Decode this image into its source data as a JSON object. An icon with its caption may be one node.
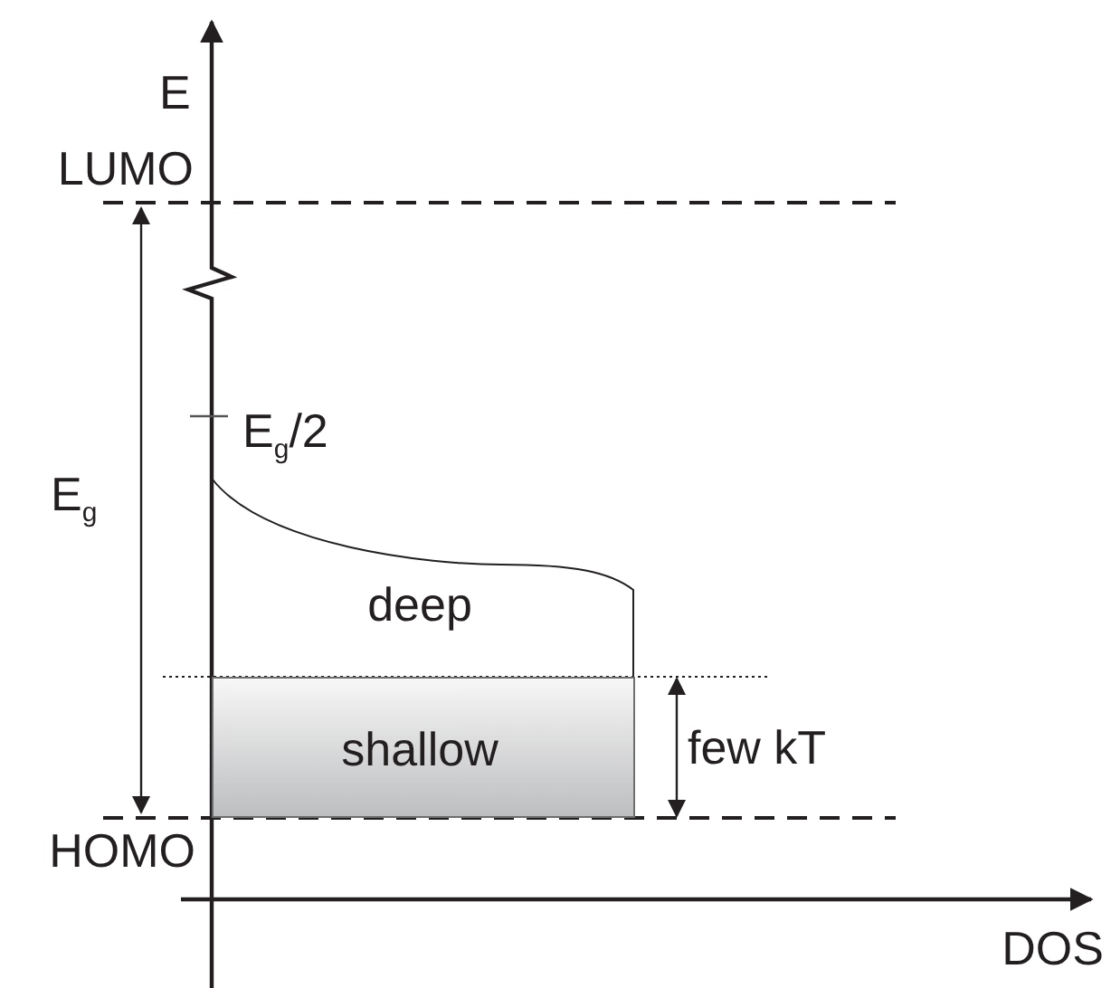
{
  "diagram": {
    "nodes": [
      {
        "text": [
          "deep"
        ]
      },
      {
        "text": [
          "shallow"
        ]
      }
    ],
    "labels": [
      "E",
      "LUMO",
      "E$_{g}$/2",
      "E$_{g}$",
      "few kT",
      "HOMO",
      "DOS"
    ]
  }
}
